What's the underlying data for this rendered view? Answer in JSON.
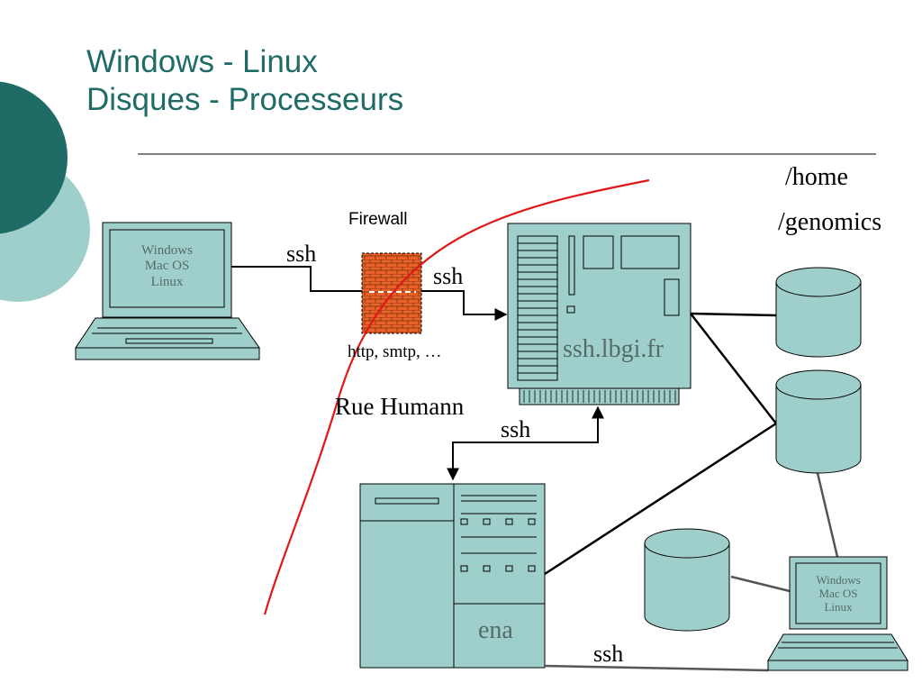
{
  "title": {
    "line1": "Windows - Linux",
    "line2": "Disques - Processeurs"
  },
  "colors": {
    "title": "#1f6b66",
    "fill": "#9fcfcb",
    "decor_dark": "#1f6b66",
    "decor_light": "#9fcfcb",
    "firewall": "#e8622a",
    "boundary": "#e01818"
  },
  "left_client": {
    "os": [
      "Windows",
      "Mac OS",
      "Linux"
    ]
  },
  "right_client": {
    "os": [
      "Windows",
      "Mac OS",
      "Linux"
    ]
  },
  "firewall": {
    "label": "Firewall",
    "blocked": "http, smtp, …"
  },
  "server": {
    "name": "ssh.lbgi.fr"
  },
  "cluster": {
    "name": "ena"
  },
  "location": "Rue Humann",
  "connections": {
    "ssh_client_to_firewall": "ssh",
    "ssh_firewall_to_server": "ssh",
    "ssh_server_to_cluster": "ssh",
    "ssh_cluster_to_client": "ssh"
  },
  "storage": {
    "home": "/home",
    "genomics": "/genomics"
  }
}
